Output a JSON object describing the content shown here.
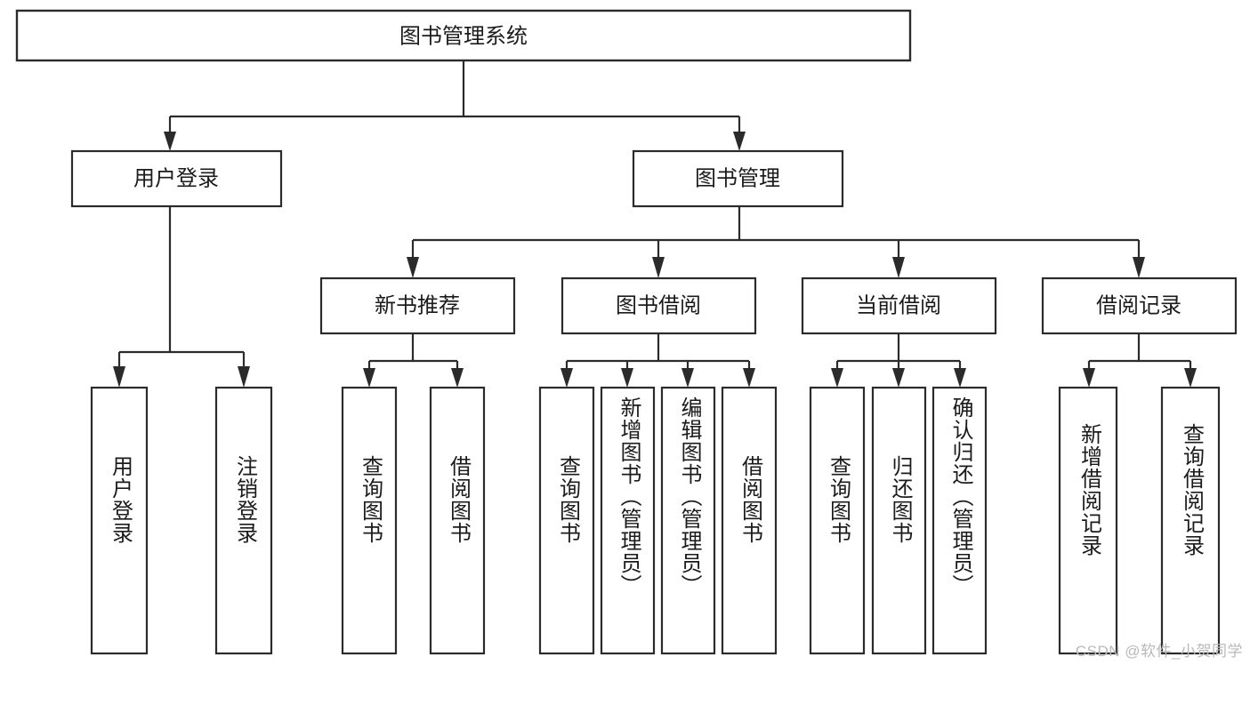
{
  "diagram": {
    "type": "tree-hierarchy",
    "title": "图书管理系统",
    "watermark": "CSDN @软件_小贺同学",
    "colors": {
      "stroke": "#2b2b2b",
      "fill": "#ffffff",
      "text": "#1b1b1b",
      "watermark": "#b9b9b9"
    },
    "levels": {
      "level0": [
        {
          "id": "root",
          "label": "图书管理系统",
          "orientation": "horizontal"
        }
      ],
      "level1": [
        {
          "id": "user-login",
          "label": "用户登录",
          "orientation": "horizontal"
        },
        {
          "id": "book-manage",
          "label": "图书管理",
          "orientation": "horizontal"
        }
      ],
      "level2": [
        {
          "id": "new-book-rec",
          "label": "新书推荐",
          "orientation": "horizontal",
          "parent": "book-manage"
        },
        {
          "id": "book-borrow",
          "label": "图书借阅",
          "orientation": "horizontal",
          "parent": "book-manage"
        },
        {
          "id": "current-borrow",
          "label": "当前借阅",
          "orientation": "horizontal",
          "parent": "book-manage"
        },
        {
          "id": "borrow-record",
          "label": "借阅记录",
          "orientation": "horizontal",
          "parent": "book-manage"
        }
      ],
      "leaves": [
        {
          "id": "leaf-user-login",
          "label": "用户登录",
          "orientation": "vertical",
          "parent": "user-login"
        },
        {
          "id": "leaf-logout-login",
          "label": "注销登录",
          "orientation": "vertical",
          "parent": "user-login"
        },
        {
          "id": "leaf-query-book-1",
          "label": "查询图书",
          "orientation": "vertical",
          "parent": "new-book-rec"
        },
        {
          "id": "leaf-borrow-book-1",
          "label": "借阅图书",
          "orientation": "vertical",
          "parent": "new-book-rec"
        },
        {
          "id": "leaf-query-book-2",
          "label": "查询图书",
          "orientation": "vertical",
          "parent": "book-borrow"
        },
        {
          "id": "leaf-add-book",
          "label": "新增图书（管理员）",
          "orientation": "vertical",
          "parent": "book-borrow"
        },
        {
          "id": "leaf-edit-book",
          "label": "编辑图书（管理员）",
          "orientation": "vertical",
          "parent": "book-borrow"
        },
        {
          "id": "leaf-borrow-book-2",
          "label": "借阅图书",
          "orientation": "vertical",
          "parent": "book-borrow"
        },
        {
          "id": "leaf-query-book-3",
          "label": "查询图书",
          "orientation": "vertical",
          "parent": "current-borrow"
        },
        {
          "id": "leaf-return-book",
          "label": "归还图书",
          "orientation": "vertical",
          "parent": "current-borrow"
        },
        {
          "id": "leaf-confirm-return",
          "label": "确认归还（管理员）",
          "orientation": "vertical",
          "parent": "current-borrow"
        },
        {
          "id": "leaf-add-record",
          "label": "新增借阅记录",
          "orientation": "vertical",
          "parent": "borrow-record"
        },
        {
          "id": "leaf-query-record",
          "label": "查询借阅记录",
          "orientation": "vertical",
          "parent": "borrow-record"
        }
      ]
    }
  }
}
